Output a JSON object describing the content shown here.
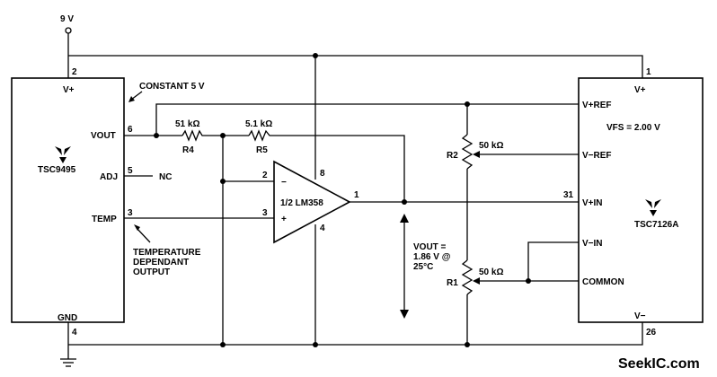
{
  "supply": {
    "label": "9 V"
  },
  "left_ic": {
    "name": "TSC9495",
    "vplus": "V+",
    "gnd": "GND",
    "vout_pin": "VOUT",
    "adj_pin": "ADJ",
    "temp_pin": "TEMP",
    "pin_2": "2",
    "pin_6": "6",
    "pin_5": "5",
    "pin_3": "3",
    "pin_4": "4",
    "nc": "NC"
  },
  "annotations": {
    "constant": "CONSTANT 5 V",
    "temp_out_1": "TEMPERATURE",
    "temp_out_2": "DEPENDANT",
    "temp_out_3": "OUTPUT",
    "vout_1": "VOUT =",
    "vout_2": "1.86 V @",
    "vout_3": "25°C"
  },
  "resistors": {
    "r4_value": "51 kΩ",
    "r4_name": "R4",
    "r5_value": "5.1 kΩ",
    "r5_name": "R5",
    "r2_value": "50 kΩ",
    "r2_name": "R2",
    "r1_value": "50 kΩ",
    "r1_name": "R1"
  },
  "opamp": {
    "name": "1/2 LM358",
    "pin_minus": "2",
    "pin_plus": "3",
    "pin_vcc": "8",
    "pin_gnd": "4",
    "pin_out": "1",
    "minus": "−",
    "plus": "+"
  },
  "right_ic": {
    "name": "TSC7126A",
    "vplus": "V+",
    "vminus": "V−",
    "vref_plus": "V+REF",
    "vref_minus": "V−REF",
    "vin_plus": "V+IN",
    "vin_minus": "V−IN",
    "common": "COMMON",
    "vfs": "VFS = 2.00 V",
    "pin_1": "1",
    "pin_31": "31",
    "pin_26": "26"
  },
  "watermark": "SeekIC.com"
}
